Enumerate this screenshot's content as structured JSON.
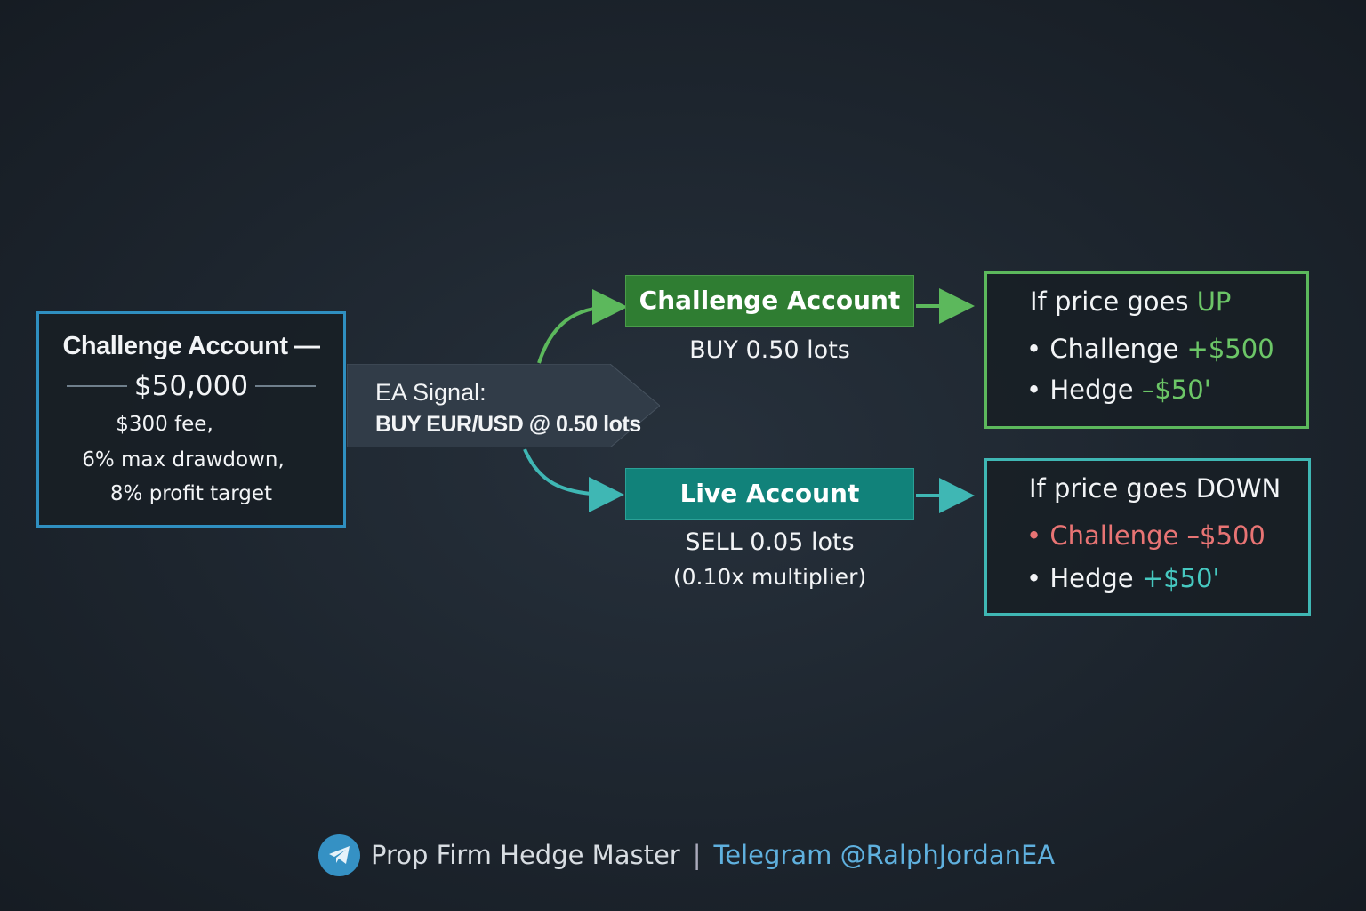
{
  "challenge_box": {
    "title": "Challenge Account —",
    "amount": "$50,000",
    "lines": [
      "$300 fee,",
      "6% max drawdown,",
      "8% profit target"
    ]
  },
  "signal": {
    "label": "EA Signal:",
    "order": "BUY EUR/USD @ 0.50 lots"
  },
  "challenge_account": {
    "label": "Challenge Account",
    "order": "BUY 0.50 lots"
  },
  "live_account": {
    "label": "Live Account",
    "order": "SELL 0.05 lots",
    "note": "(0.10x multiplier)"
  },
  "up_box": {
    "title_prefix": "If price goes ",
    "title_highlight": "UP",
    "items": [
      {
        "label": "Challenge ",
        "value": "+$500"
      },
      {
        "label": "Hedge ",
        "value": "–$50'"
      }
    ]
  },
  "down_box": {
    "title": "If price goes DOWN",
    "items": [
      {
        "label": "Challenge ",
        "value": "–$500"
      },
      {
        "label": "Hedge ",
        "value": "+$50'"
      }
    ]
  },
  "footer": {
    "brand": "Prop Firm Hedge Master",
    "separator": "|",
    "link": "Telegram @RalphJordanEA",
    "icon": "telegram-icon"
  },
  "colors": {
    "green": "#5cb85c",
    "teal": "#3fb7b4",
    "blue": "#2f8fc0",
    "red": "#e87474"
  }
}
